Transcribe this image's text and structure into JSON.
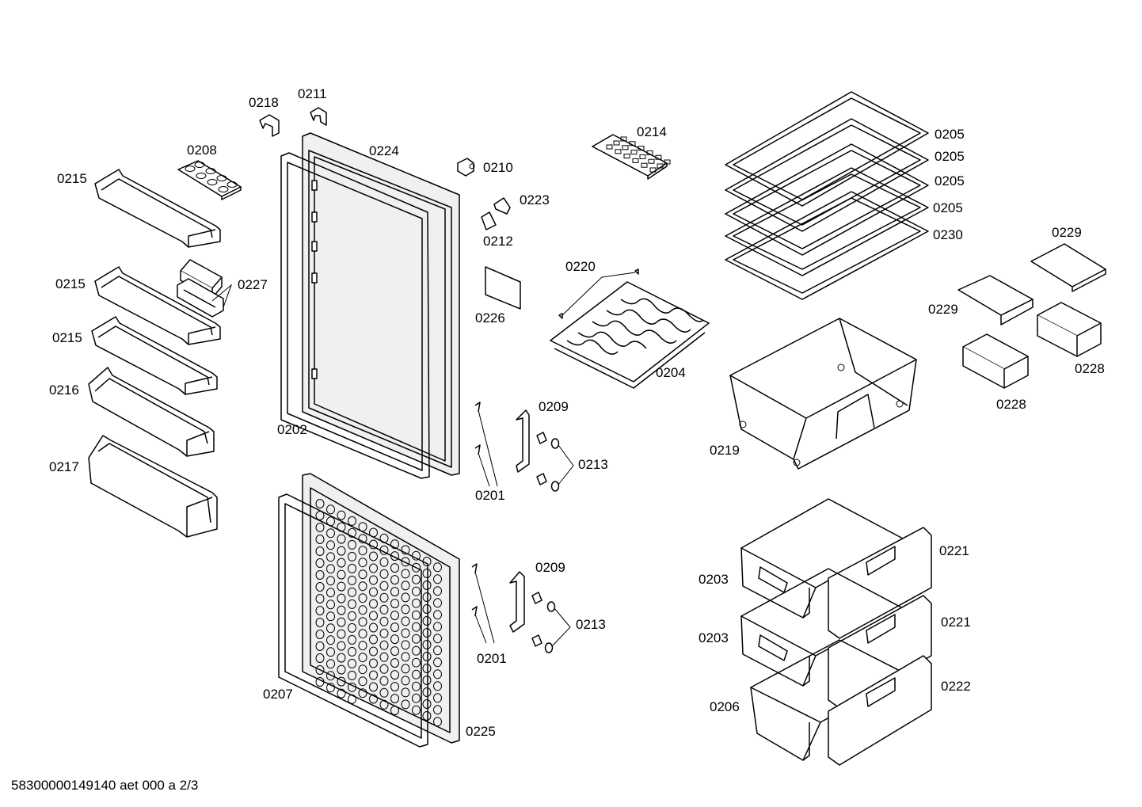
{
  "document_id": "58300000149140 aet 000 a 2/3",
  "labels": {
    "l0218": "0218",
    "l0211": "0211",
    "l0208": "0208",
    "l0224": "0224",
    "l0215a": "0215",
    "l0215b": "0215",
    "l0215c": "0215",
    "l0227": "0227",
    "l0216": "0216",
    "l0217": "0217",
    "l0202": "0202",
    "l0207": "0207",
    "l0225": "0225",
    "l0210": "0210",
    "l0223": "0223",
    "l0212": "0212",
    "l0226": "0226",
    "l0214": "0214",
    "l0220": "0220",
    "l0204": "0204",
    "l0209a": "0209",
    "l0213a": "0213",
    "l0201a": "0201",
    "l0209b": "0209",
    "l0213b": "0213",
    "l0201b": "0201",
    "l0205a": "0205",
    "l0205b": "0205",
    "l0205c": "0205",
    "l0205d": "0205",
    "l0230": "0230",
    "l0229a": "0229",
    "l0229b": "0229",
    "l0228a": "0228",
    "l0228b": "0228",
    "l0219": "0219",
    "l0221a": "0221",
    "l0221b": "0221",
    "l0222": "0222",
    "l0203a": "0203",
    "l0203b": "0203",
    "l0206": "0206"
  }
}
